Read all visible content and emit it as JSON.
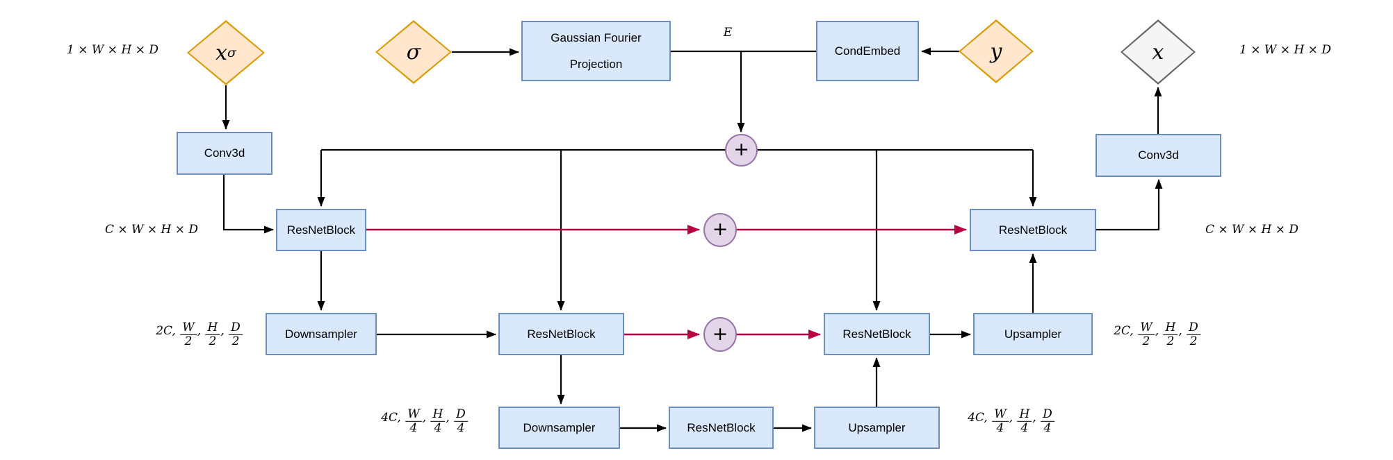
{
  "colors": {
    "node_fill": "#dae8fc",
    "node_border": "#6c8ebf",
    "input_fill": "#ffe6cc",
    "input_border": "#d79b00",
    "output_fill": "#f5f5f5",
    "output_border": "#666666",
    "sum_fill": "#e1d5e7",
    "sum_border": "#9673a6",
    "skip_color": "#b80045",
    "line_color": "#000000"
  },
  "nodes": {
    "conv3d_left": "Conv3d",
    "gfp_line1": "Gaussian Fourier",
    "gfp_line2": "Projection",
    "cond_embed": "CondEmbed",
    "rnb1_enc": "ResNetBlock",
    "rnb1_dec": "ResNetBlock",
    "conv3d_right": "Conv3d",
    "ds2": "Downsampler",
    "rnb2_enc": "ResNetBlock",
    "rnb2_dec": "ResNetBlock",
    "us2": "Upsampler",
    "ds3": "Downsampler",
    "rnb3": "ResNetBlock",
    "us3": "Upsampler"
  },
  "terminals": {
    "x_sigma_base": "x",
    "x_sigma_sub": "σ",
    "sigma": "σ",
    "y": "y",
    "x": "x"
  },
  "sums": {
    "top": "+",
    "skip1": "+",
    "skip2": "+"
  },
  "labels": {
    "e": "E",
    "in_left": "1 × W × H × D",
    "out_right": "1 × W × H × D",
    "c_left": "C × W × H × D",
    "c_right": "C × W × H × D",
    "half_left": {
      "prefix": "2C,",
      "fractions": [
        {
          "num": "W",
          "den": "2"
        },
        {
          "num": "H",
          "den": "2"
        },
        {
          "num": "D",
          "den": "2"
        }
      ]
    },
    "half_right": {
      "prefix": "2C,",
      "fractions": [
        {
          "num": "W",
          "den": "2"
        },
        {
          "num": "H",
          "den": "2"
        },
        {
          "num": "D",
          "den": "2"
        }
      ]
    },
    "quarter_left": {
      "prefix": "4C,",
      "fractions": [
        {
          "num": "W",
          "den": "4"
        },
        {
          "num": "H",
          "den": "4"
        },
        {
          "num": "D",
          "den": "4"
        }
      ]
    },
    "quarter_right": {
      "prefix": "4C,",
      "fractions": [
        {
          "num": "W",
          "den": "4"
        },
        {
          "num": "H",
          "den": "4"
        },
        {
          "num": "D",
          "den": "4"
        }
      ]
    }
  }
}
